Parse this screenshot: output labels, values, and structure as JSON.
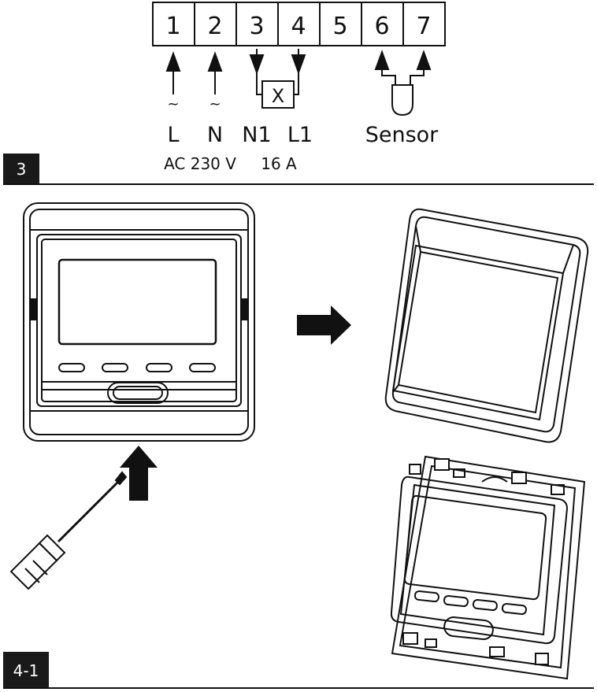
{
  "terminals": [
    "1",
    "2",
    "3",
    "4",
    "5",
    "6",
    "7"
  ],
  "wiring": {
    "tilde": "~",
    "label_L": "L",
    "label_N": "N",
    "label_N1": "N1",
    "label_L1": "L1",
    "load_symbol": "X",
    "sensor_label": "Sensor",
    "voltage": "AC 230 V",
    "current": "16 A"
  },
  "sections": {
    "section_3_label": "3",
    "section_4_label": "4-1"
  }
}
